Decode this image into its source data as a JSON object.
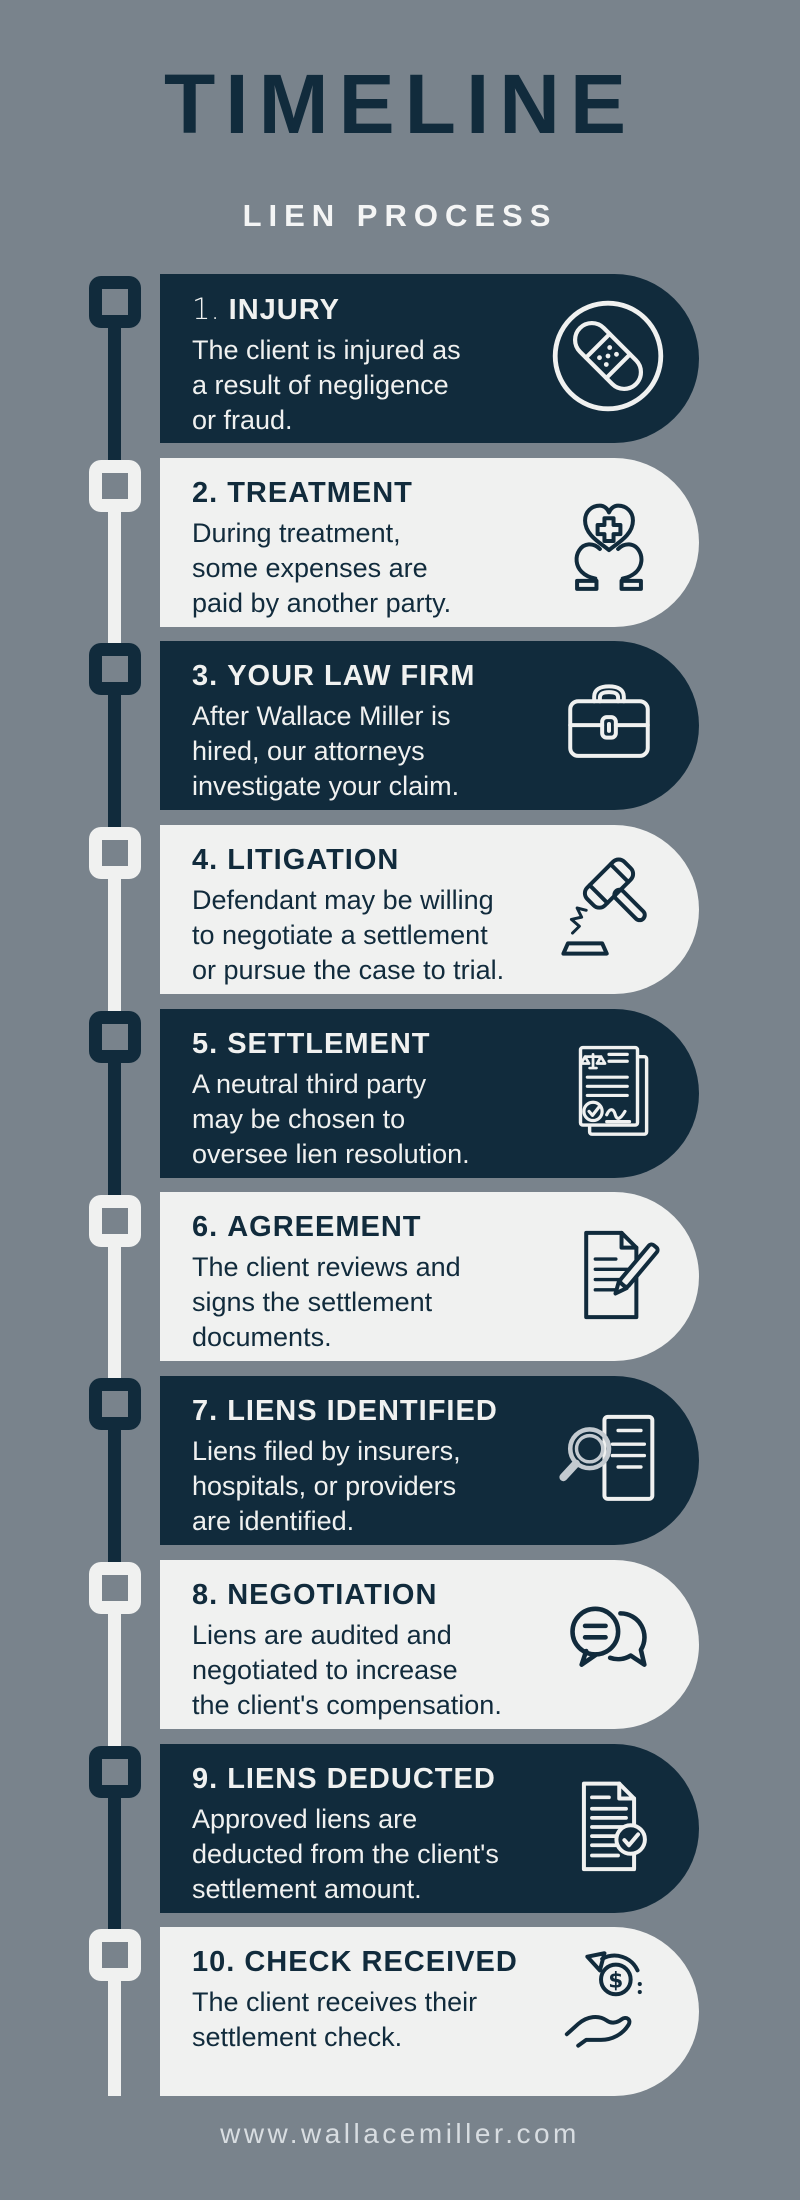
{
  "page": {
    "title": "TIMELINE",
    "subtitle": "LIEN PROCESS",
    "footer_url": "www.wallacemiller.com"
  },
  "colors": {
    "background": "#79838C",
    "navy": "#112B3C",
    "light_card": "#F0F1F0",
    "subtitle_text": "#F4F5F5",
    "footer_text": "#D8DDE1"
  },
  "steps": [
    {
      "number": "1.",
      "name": "INJURY",
      "description": "The client is injured as\na result of negligence\nor fraud.",
      "icon": "bandage-icon",
      "variant": "dark"
    },
    {
      "number": "2.",
      "name": "TREATMENT",
      "description": "During treatment,\nsome expenses are\npaid by another party.",
      "icon": "heart-in-hands-icon",
      "variant": "light"
    },
    {
      "number": "3.",
      "name": "YOUR LAW FIRM",
      "description": "After Wallace Miller is\nhired, our attorneys\ninvestigate your claim.",
      "icon": "briefcase-icon",
      "variant": "dark"
    },
    {
      "number": "4.",
      "name": "LITIGATION",
      "description": "Defendant may be willing\nto negotiate a settlement\nor pursue the case to trial.",
      "icon": "gavel-icon",
      "variant": "light"
    },
    {
      "number": "5.",
      "name": "SETTLEMENT",
      "description": "A neutral third party\nmay be chosen to\noversee lien resolution.",
      "icon": "settlement-documents-icon",
      "variant": "dark"
    },
    {
      "number": "6.",
      "name": "AGREEMENT",
      "description": "The client reviews and\nsigns the settlement\ndocuments.",
      "icon": "document-pen-icon",
      "variant": "light"
    },
    {
      "number": "7.",
      "name": "LIENS IDENTIFIED",
      "description": "Liens filed by insurers,\nhospitals, or providers\nare identified.",
      "icon": "magnifier-document-icon",
      "variant": "dark"
    },
    {
      "number": "8.",
      "name": "NEGOTIATION",
      "description": "Liens are audited and\nnegotiated to increase\nthe client's compensation.",
      "icon": "speech-bubbles-icon",
      "variant": "light"
    },
    {
      "number": "9.",
      "name": "LIENS DEDUCTED",
      "description": "Approved liens are\ndeducted from the client's\nsettlement amount.",
      "icon": "document-check-icon",
      "variant": "dark"
    },
    {
      "number": "10.",
      "name": "CHECK RECEIVED",
      "description": "The client receives their\nsettlement check.",
      "icon": "money-hand-icon",
      "variant": "light"
    }
  ]
}
